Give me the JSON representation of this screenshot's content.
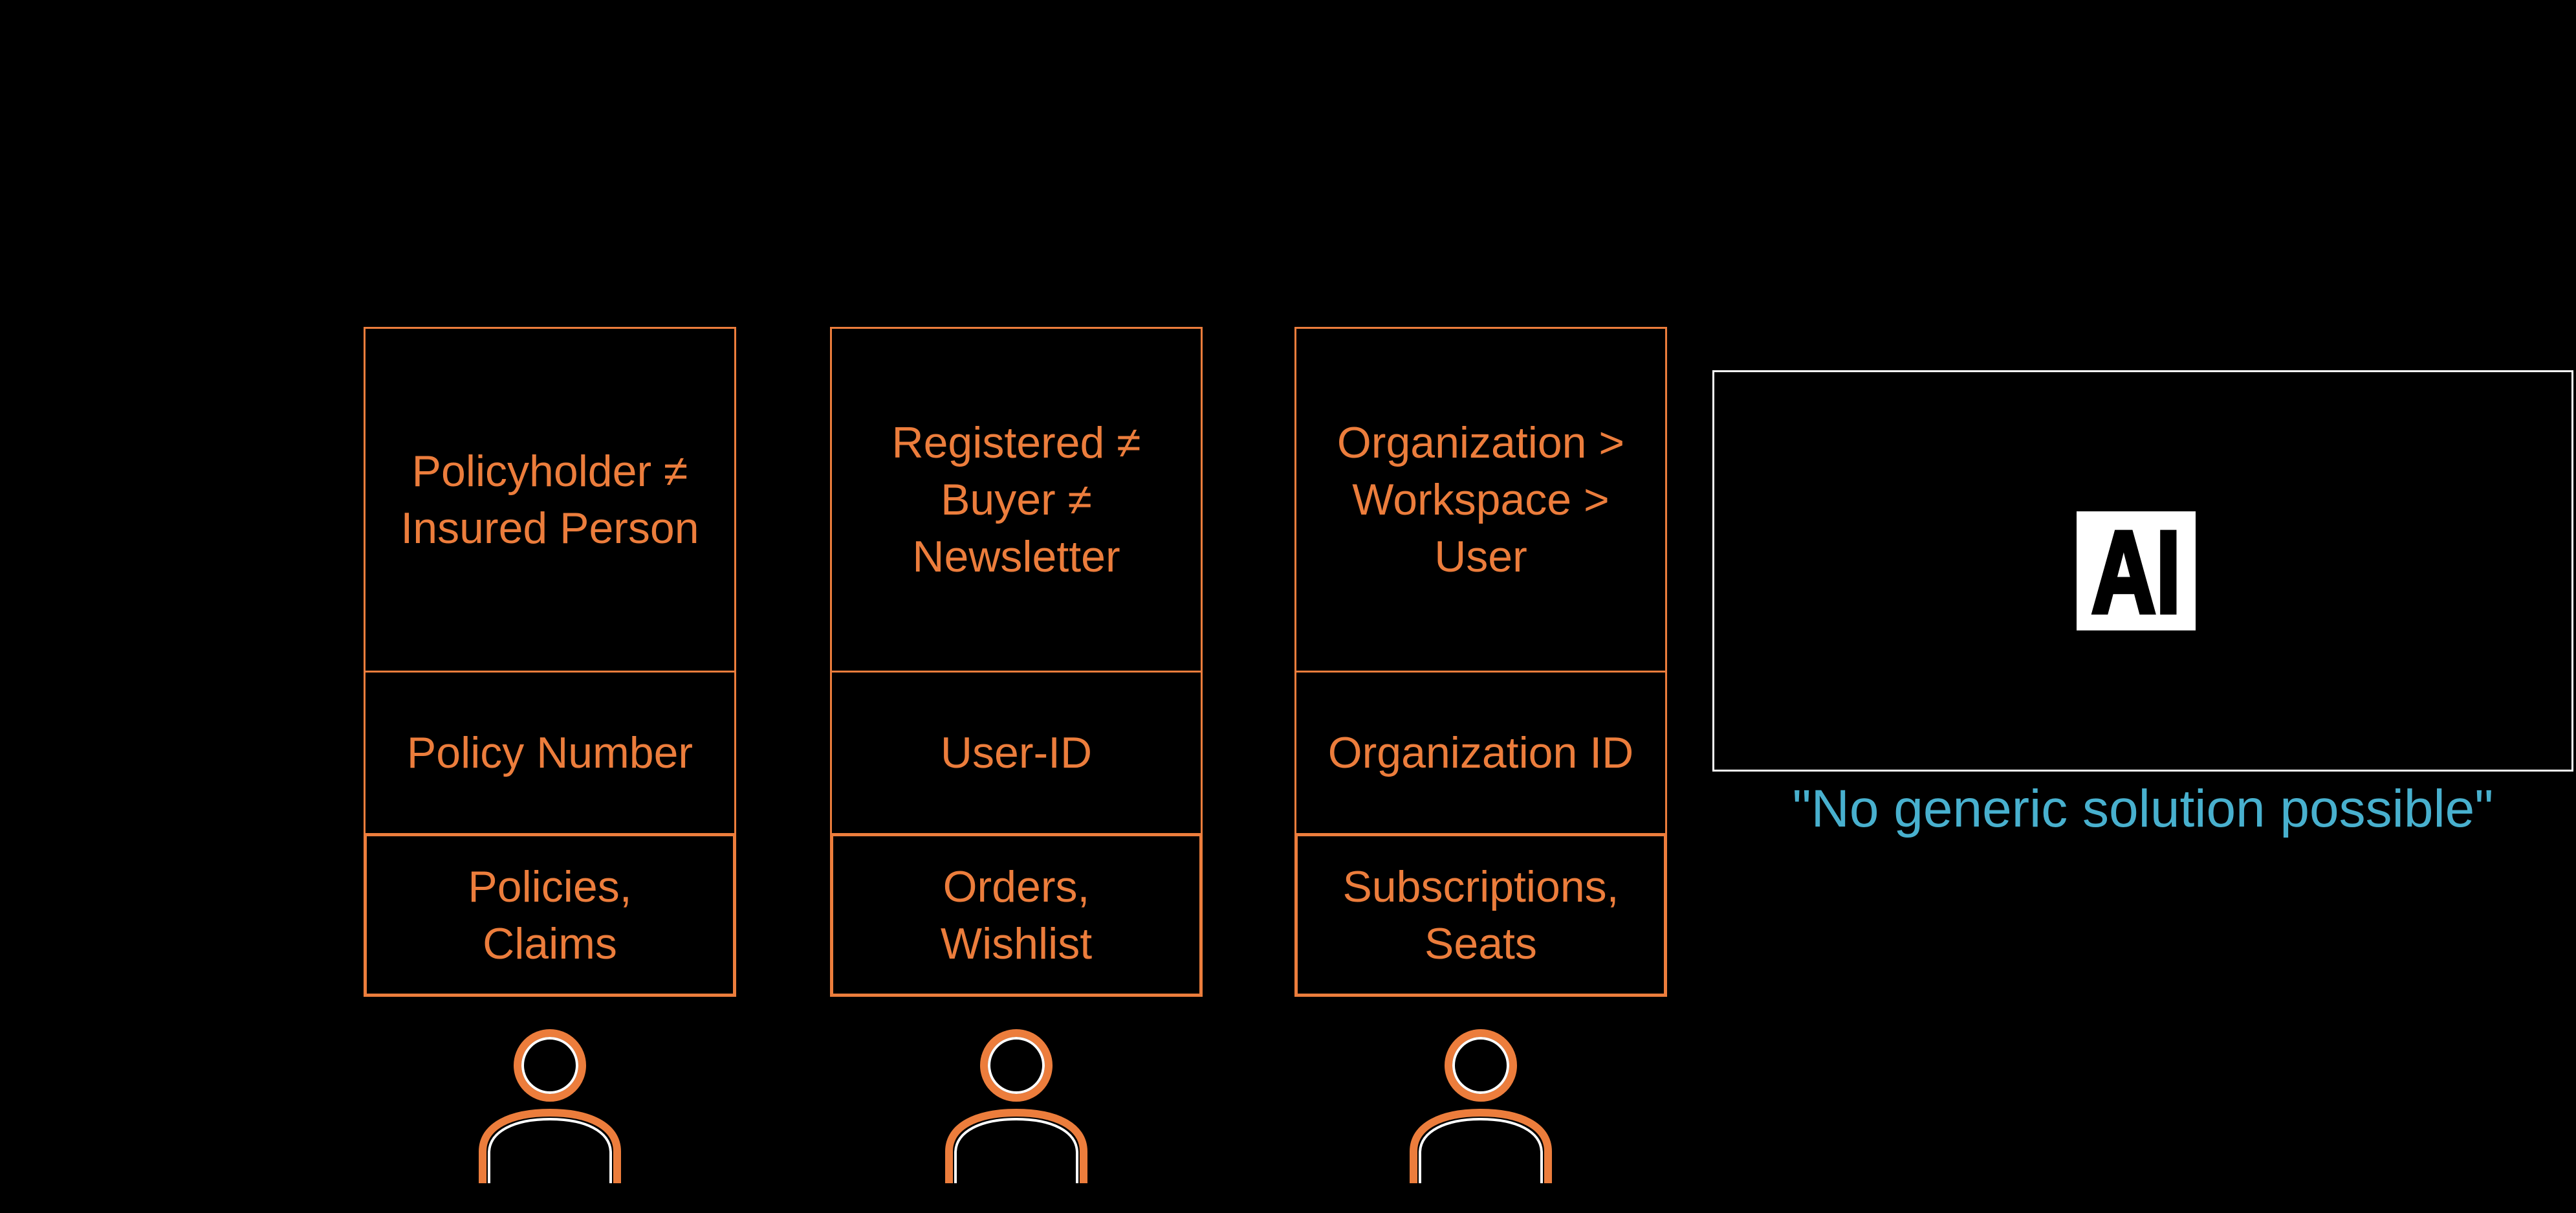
{
  "slide": {
    "background_color": "#000000",
    "accent_orange": "#EC7D3C",
    "accent_blue": "#48B0CE",
    "cards": [
      {
        "title_lines": [
          "Policyholder ≠",
          "Insured Person"
        ],
        "identifier": "Policy Number",
        "data_lines": [
          "Policies,",
          "Claims"
        ]
      },
      {
        "title_lines": [
          "Registered ≠",
          "Buyer ≠",
          "Newsletter"
        ],
        "identifier": "User-ID",
        "data_lines": [
          "Orders,",
          "Wishlist"
        ]
      },
      {
        "title_lines": [
          "Organization >",
          "Workspace >",
          "User"
        ],
        "identifier": "Organization ID",
        "data_lines": [
          "Subscriptions,",
          "Seats"
        ]
      }
    ],
    "ai": {
      "logo": "AI",
      "caption": "\"No generic solution possible\""
    },
    "icons": {
      "person": "person-outline-icon"
    }
  }
}
